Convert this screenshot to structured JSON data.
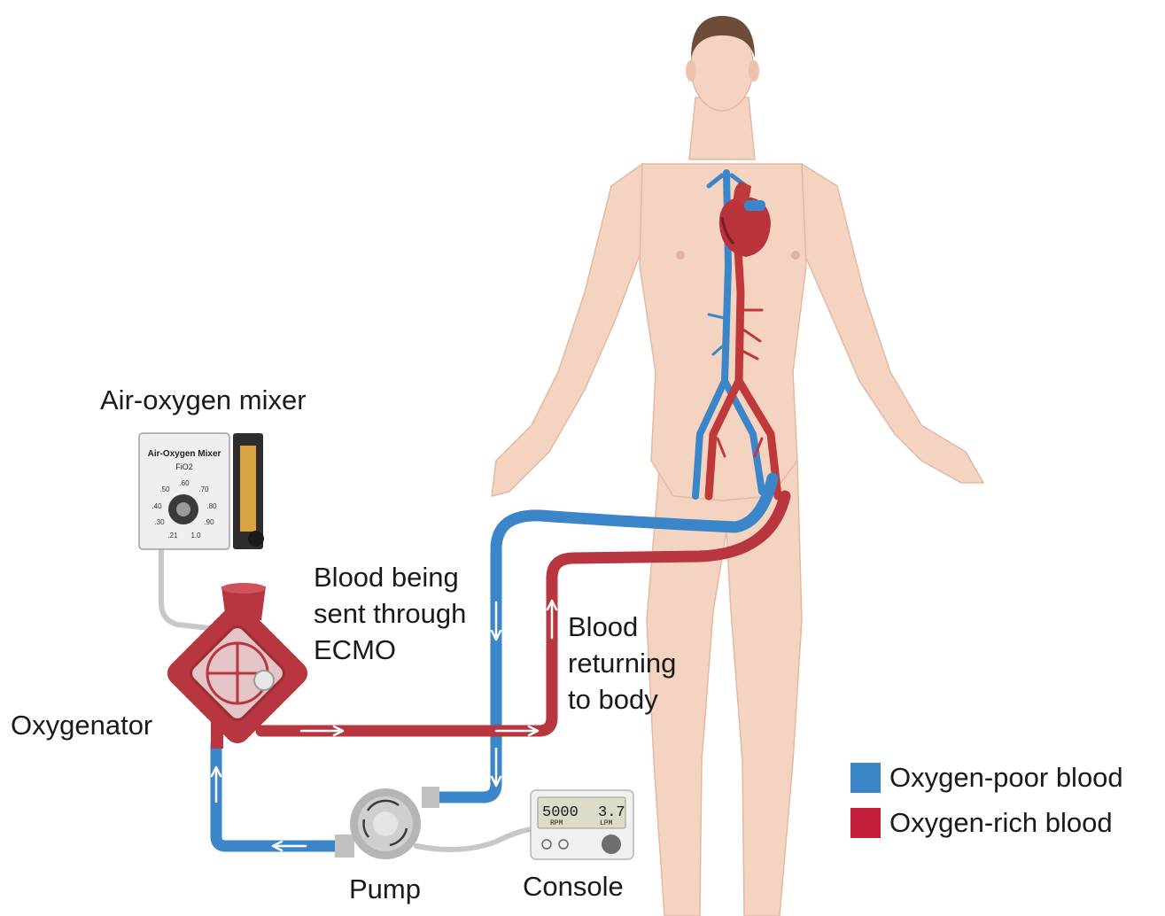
{
  "labels": {
    "mixer_title": "Air-oxygen mixer",
    "blood_sent": [
      "Blood being",
      "sent through",
      "ECMO"
    ],
    "blood_return": [
      "Blood",
      "returning",
      "to body"
    ],
    "oxygenator": "Oxygenator",
    "pump": "Pump",
    "console": "Console"
  },
  "mixer_device": {
    "title": "Air-Oxygen Mixer",
    "subtitle": "FiO2",
    "scale": [
      ".21",
      ".30",
      ".40",
      ".50",
      ".60",
      ".70",
      ".80",
      ".90",
      "1.0"
    ]
  },
  "console_display": {
    "rpm_value": "5000",
    "rpm_unit": "RPM",
    "flow_value": "3.7",
    "flow_unit": "LPM"
  },
  "legend": [
    {
      "label": "Oxygen-poor blood",
      "color": "#3a86c8"
    },
    {
      "label": "Oxygen-rich blood",
      "color": "#c41e3a"
    }
  ],
  "colors": {
    "oxygen_poor": "#3a86c8",
    "oxygen_rich": "#b8363f",
    "skin": "#f4d3c0"
  }
}
